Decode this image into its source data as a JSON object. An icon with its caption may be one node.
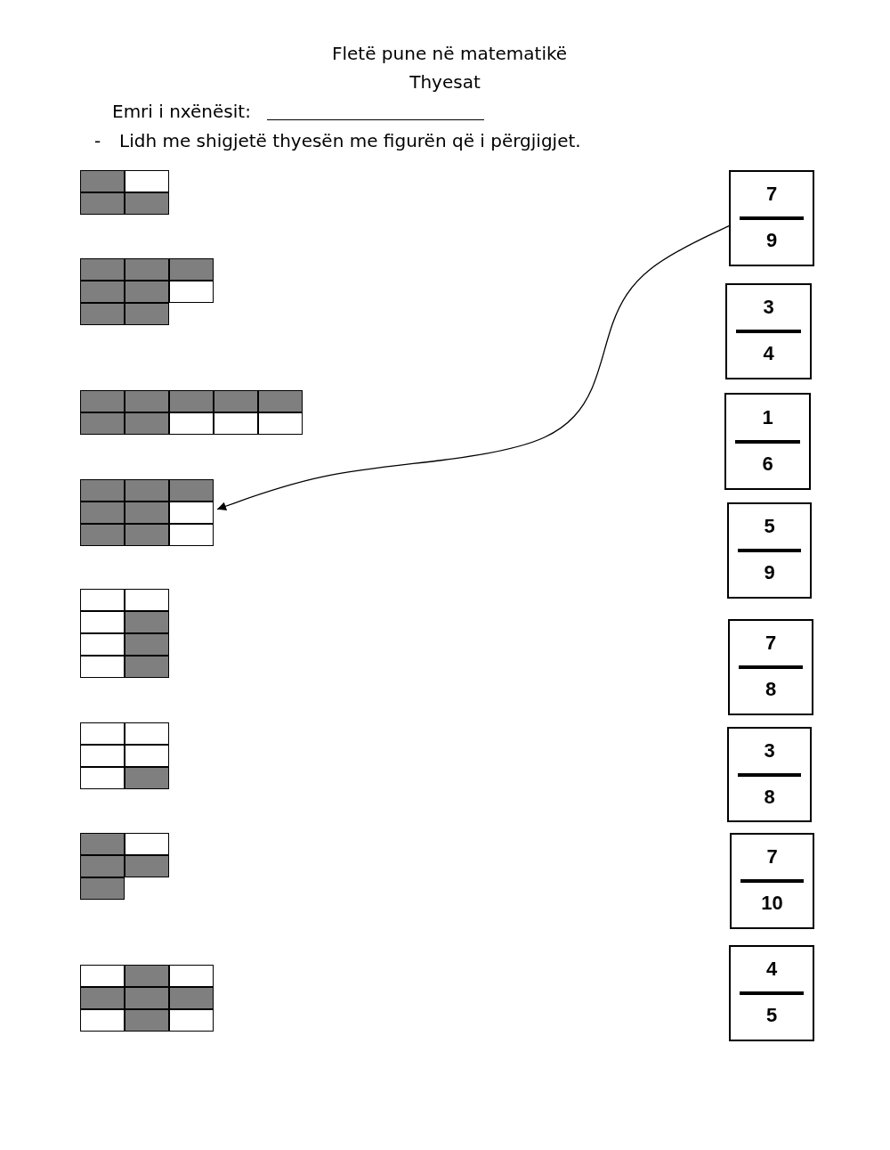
{
  "diagram": {
    "title": "Fletë pune në matematikë",
    "nodes": [
      {
        "text": [],
        "shape": "grid"
      },
      {
        "text": [],
        "shape": "grid"
      },
      {
        "text": [],
        "shape": "grid"
      },
      {
        "text": [],
        "shape": "grid"
      },
      {
        "text": [],
        "shape": "grid"
      },
      {
        "text": [],
        "shape": "grid"
      },
      {
        "text": [],
        "shape": "grid"
      },
      {
        "text": [],
        "shape": "grid"
      },
      {
        "text": [
          "7",
          "9"
        ]
      },
      {
        "text": [
          "3",
          "4"
        ]
      },
      {
        "text": [
          "1",
          "6"
        ]
      },
      {
        "text": [
          "5",
          "9"
        ]
      },
      {
        "text": [
          "7",
          "8"
        ]
      },
      {
        "text": [
          "3",
          "8"
        ]
      },
      {
        "text": [
          "7",
          "10"
        ]
      },
      {
        "text": [
          "4",
          "5"
        ]
      }
    ],
    "edges": [
      {
        "from": 8,
        "to": 3,
        "arrow": "to"
      }
    ],
    "labels": [
      "Thyesat",
      "Emri i nxënësit:",
      "-",
      "Lidh me shigjetë thyesën me figurën që i përgjigjet."
    ]
  }
}
